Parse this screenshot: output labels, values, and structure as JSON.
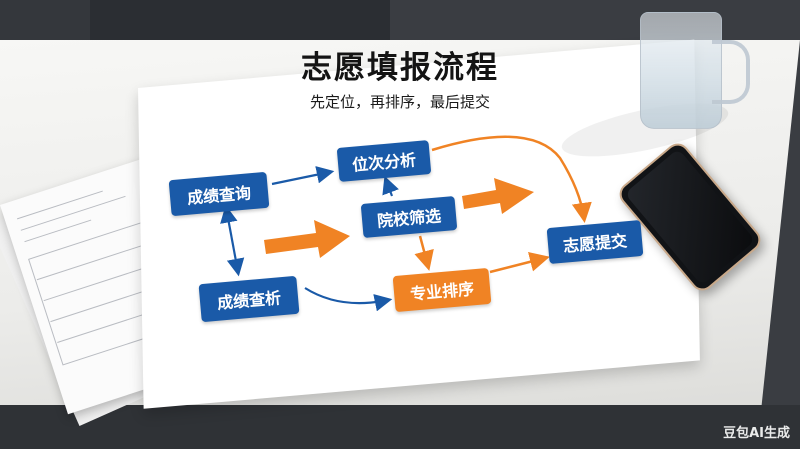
{
  "heading": {
    "title": "志愿填报流程",
    "subtitle": "先定位，再排序，最后提交"
  },
  "nodes": {
    "score": "成绩查询",
    "rank": "位次分析",
    "screen": "院校筛选",
    "analysis": "成绩查析",
    "sort": "专业排序",
    "submit": "志愿提交"
  },
  "watermark": "豆包AI生成",
  "colors": {
    "blue": "#1a5aa8",
    "orange": "#f08324"
  }
}
